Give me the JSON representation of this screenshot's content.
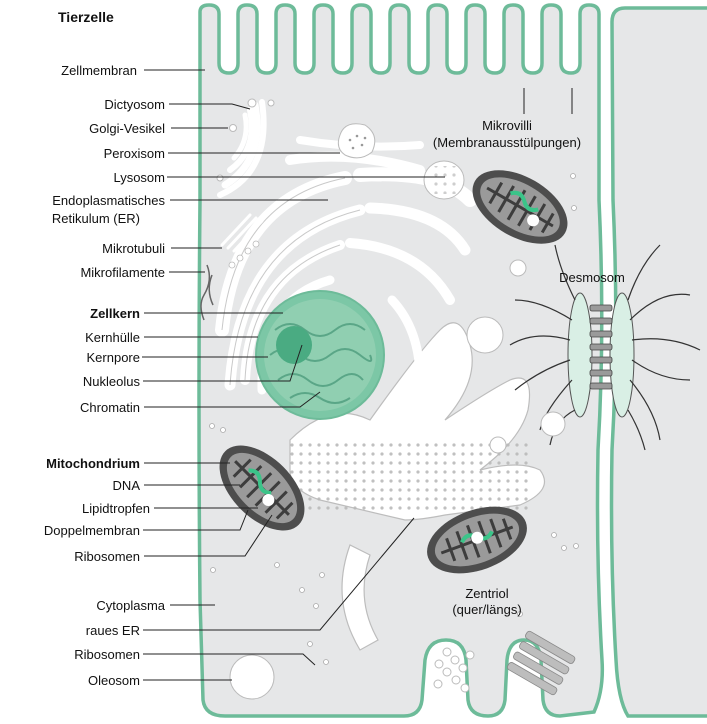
{
  "title": "Tierzelle",
  "labels_left": {
    "zellmembran": "Zellmembran",
    "dictyosom": "Dictyosom",
    "golgi_vesikel": "Golgi-Vesikel",
    "peroxisom": "Peroxisom",
    "lysosom": "Lysosom",
    "er_line1": "Endoplasmatisches",
    "er_line2": "Retikulum (ER)",
    "mikrotubuli": "Mikrotubuli",
    "mikrofilamente": "Mikrofilamente",
    "zellkern": "Zellkern",
    "kernhuelle": "Kernhülle",
    "kernpore": "Kernpore",
    "nukleolus": "Nukleolus",
    "chromatin": "Chromatin",
    "mitochondrium": "Mitochondrium",
    "dna": "DNA",
    "lipidtropfen": "Lipidtropfen",
    "doppelmembran": "Doppelmembran",
    "ribosomen_1": "Ribosomen",
    "cytoplasma": "Cytoplasma",
    "raues_er": "raues ER",
    "ribosomen_2": "Ribosomen",
    "oleosom": "Oleosom"
  },
  "labels_right": {
    "mikrovilli_line1": "Mikrovilli",
    "mikrovilli_line2": "(Membranausstülpungen)",
    "desmosom": "Desmosom",
    "zentriol_line1": "Zentriol",
    "zentriol_line2": "(quer/längs)"
  },
  "colors": {
    "membrane": "#6dbb99",
    "cytoplasm": "#e6e7e8",
    "organelle_white": "#ffffff",
    "nucleus": "#7cc7a6",
    "nucleolus": "#4aab82",
    "mitochondrion_dark": "#4d4d4d",
    "text": "#111111"
  }
}
